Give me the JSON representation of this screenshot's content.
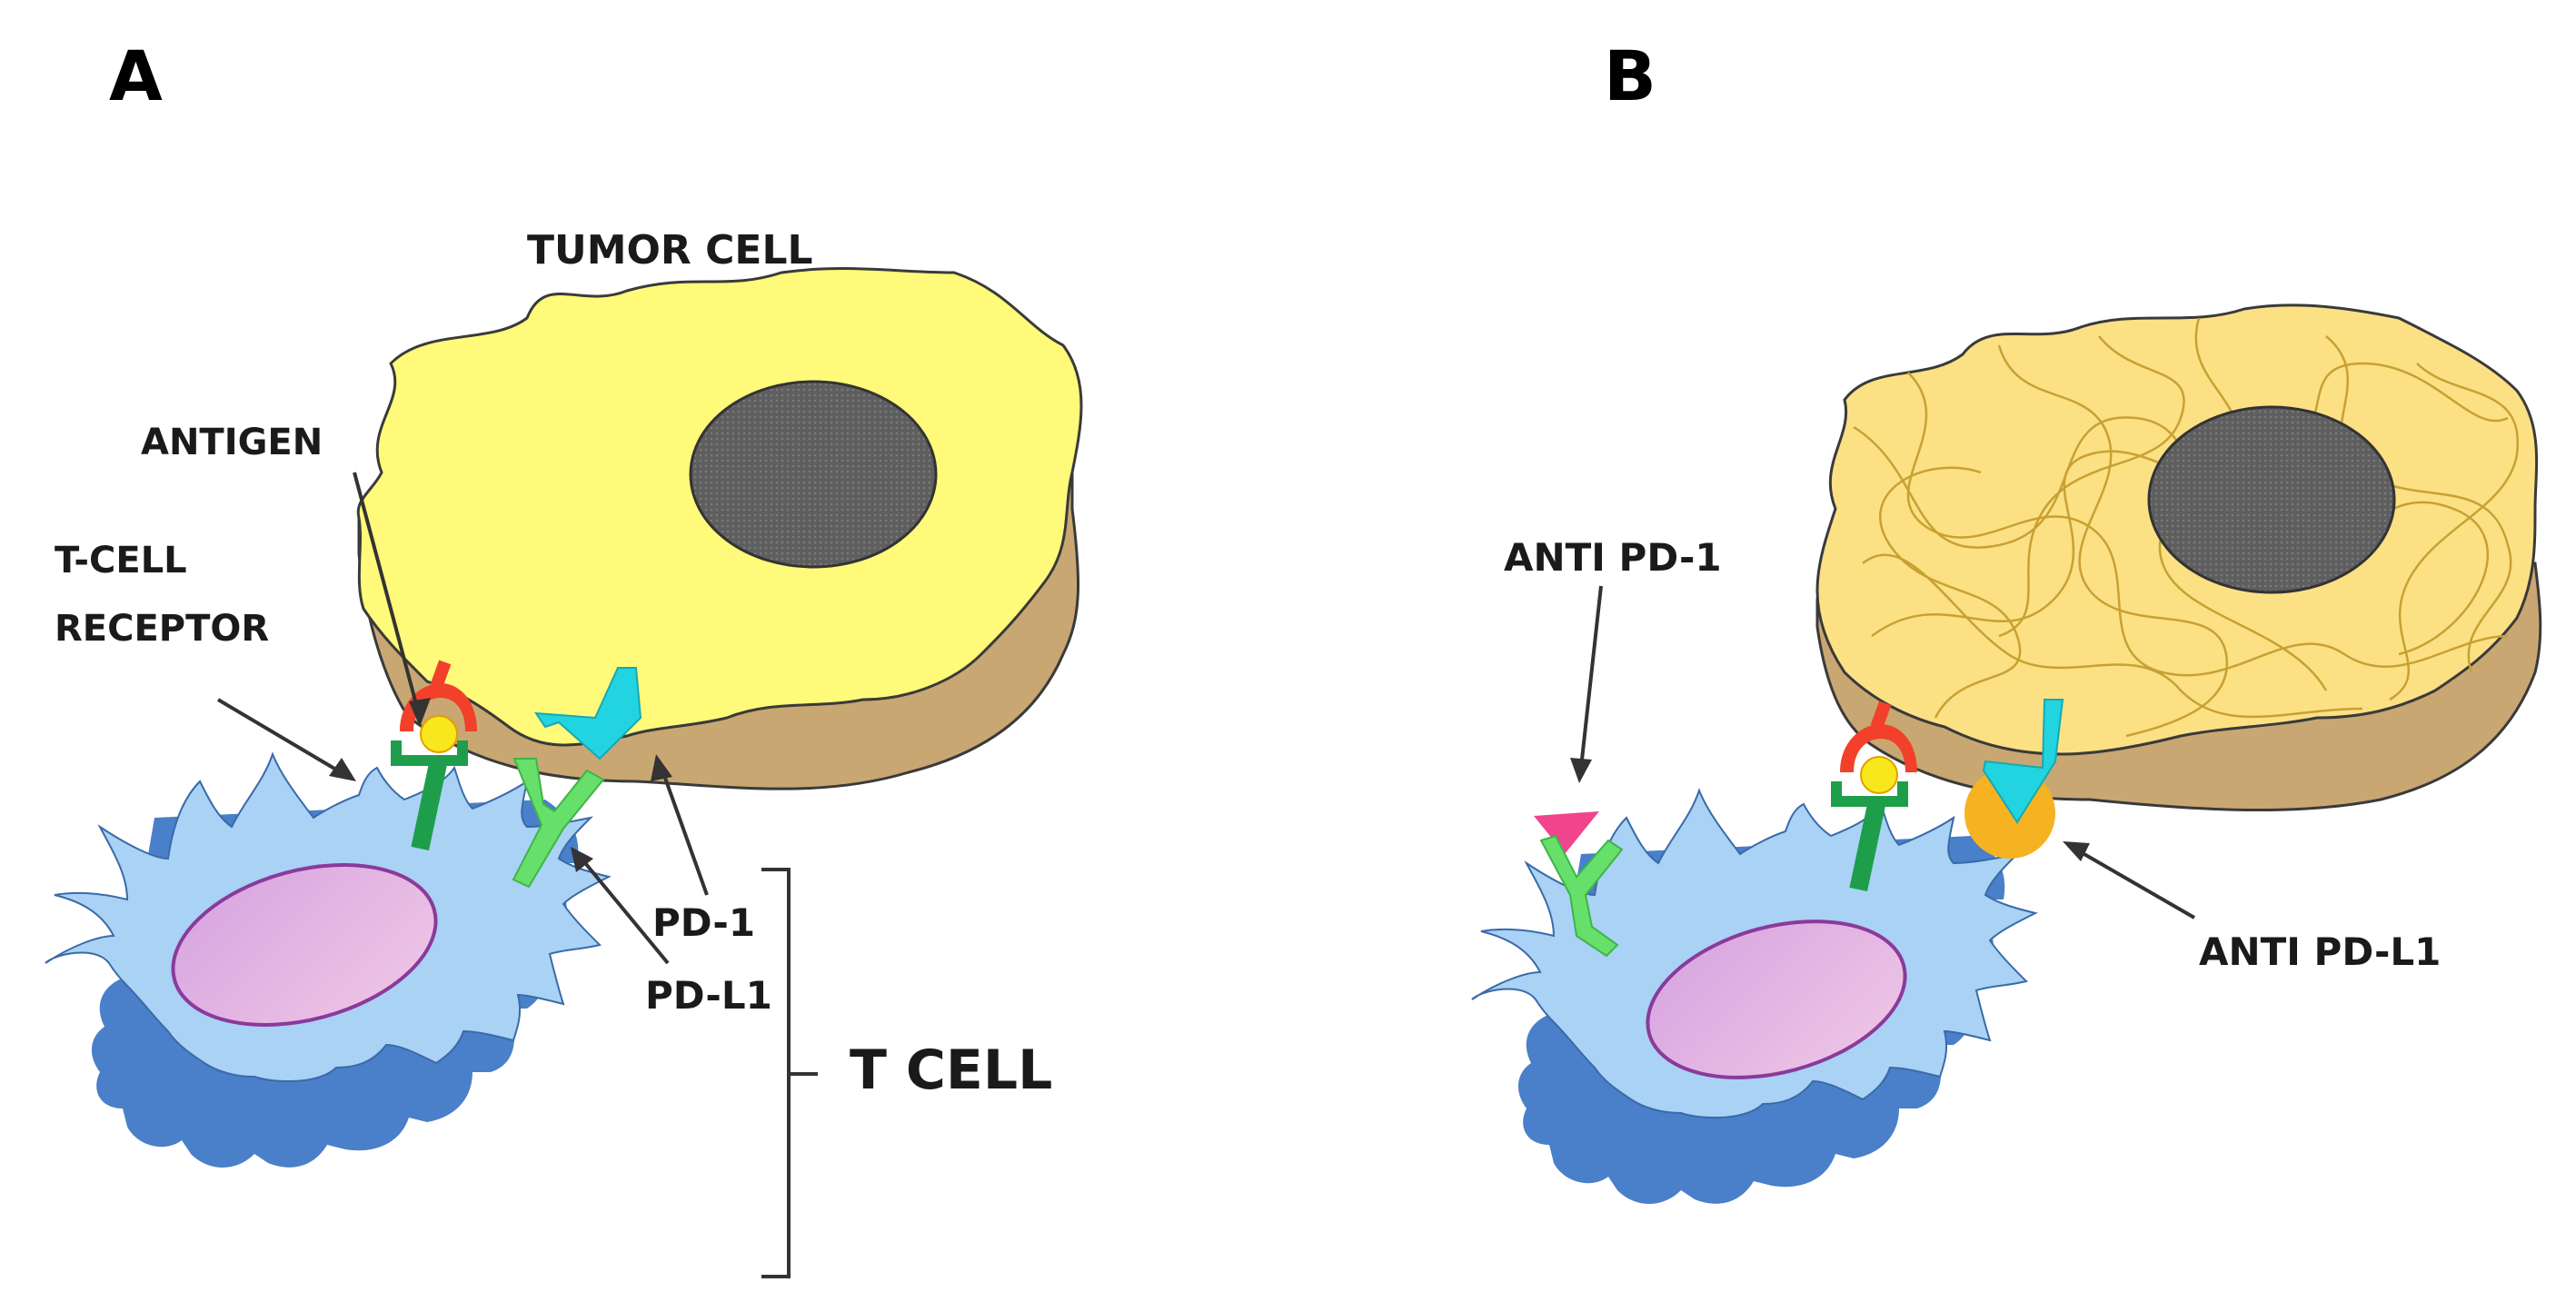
{
  "panels": {
    "a": {
      "letter": "A",
      "labels": {
        "tumor_cell": "TUMOR CELL",
        "antigen": "ANTIGEN",
        "tcr_line1": "T-CELL",
        "tcr_line2": "RECEPTOR",
        "pd1": "PD-1",
        "pdl1": "PD-L1",
        "t_cell": "T CELL"
      }
    },
    "b": {
      "letter": "B",
      "labels": {
        "anti_pd1": "ANTI PD-1",
        "anti_pdl1": "ANTI PD-L1"
      }
    }
  },
  "colors": {
    "tumor_top": "#FFFA7A",
    "tumor_side": "#C8A772",
    "tumor_b_top": "#FBE184",
    "fibers": "#C9A033",
    "nucleus": "#5E5E5E",
    "tcell_light": "#A9D2F5",
    "tcell_dark": "#4A7FC9",
    "tcell_nucleus": "#E3B5E6",
    "receptor_green": "#1E9E4B",
    "pd1_green": "#66E06A",
    "antigen_red": "#F2402A",
    "antigen_yellow": "#F8E71C",
    "pdl1_cyan": "#21D4E0",
    "anti_pd1_pink": "#F0448C",
    "anti_pdl1_orange": "#F5B321"
  }
}
